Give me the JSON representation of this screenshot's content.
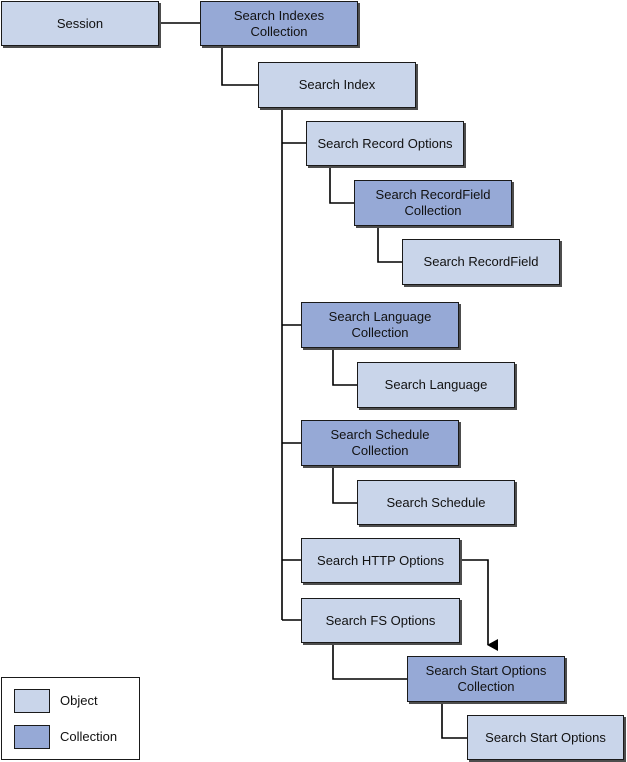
{
  "nodes": {
    "session": "Session",
    "search_indexes_collection": "Search Indexes Collection",
    "search_index": "Search Index",
    "search_record_options": "Search Record Options",
    "search_recordfield_collection": "Search RecordField Collection",
    "search_recordfield": "Search RecordField",
    "search_language_collection": "Search Language Collection",
    "search_language": "Search Language",
    "search_schedule_collection": "Search Schedule Collection",
    "search_schedule": "Search Schedule",
    "search_http_options": "Search HTTP Options",
    "search_fs_options": "Search FS Options",
    "search_start_options_collection": "Search Start Options Collection",
    "search_start_options": "Search Start Options"
  },
  "legend": {
    "object": "Object",
    "collection": "Collection"
  },
  "colors": {
    "object": "#c9d5ea",
    "collection": "#96a9d6",
    "line": "#000000"
  }
}
